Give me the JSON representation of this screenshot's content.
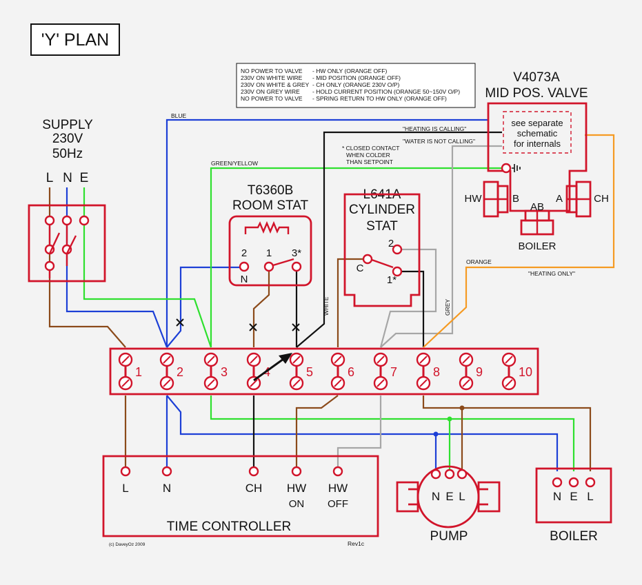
{
  "title": "'Y' PLAN",
  "legend_lines": [
    "NO POWER TO VALVE",
    "230V ON WHITE WIRE",
    "230V ON WHITE & GREY",
    "230V ON GREY WIRE",
    "NO POWER TO VALVE"
  ],
  "legend_results": [
    "- HW ONLY (ORANGE OFF)",
    "- MID POSITION (ORANGE OFF)",
    "- CH ONLY (ORANGE 230V O/P)",
    "- HOLD CURRENT POSITION (ORANGE 50~150V O/P)",
    "- SPRING RETURN TO HW ONLY (ORANGE OFF)"
  ],
  "supply": {
    "line1": "SUPPLY",
    "line2": "230V",
    "line3": "50Hz",
    "l": "L",
    "n": "N",
    "e": "E"
  },
  "valve": {
    "model": "V4073A",
    "name": "MID POS. VALVE",
    "note_lines": [
      "see separate",
      "schematic",
      "for internals"
    ],
    "hw": "HW",
    "b": "B",
    "ab": "AB",
    "a": "A",
    "ch": "CH",
    "boiler": "BOILER"
  },
  "room_stat": {
    "model": "T6360B",
    "name": "ROOM STAT",
    "t2": "2",
    "t1": "1",
    "t3": "3*",
    "n": "N"
  },
  "cyl_stat": {
    "model": "L641A",
    "name1": "CYLINDER",
    "name2": "STAT",
    "c": "C",
    "t2": "2",
    "t1": "1*"
  },
  "closed_note": [
    "* CLOSED CONTACT",
    "WHEN COLDER",
    "THAN SETPOINT"
  ],
  "wire_labels": {
    "blue": "BLUE",
    "green_yellow": "GREEN/YELLOW",
    "heating_calling": "\"HEATING IS CALLING\"",
    "water_not_calling": "\"WATER IS NOT CALLING\"",
    "white": "WHITE",
    "grey": "GREY",
    "orange": "ORANGE",
    "heating_only": "\"HEATING ONLY\""
  },
  "terminals": [
    "1",
    "2",
    "3",
    "4",
    "5",
    "6",
    "7",
    "8",
    "9",
    "10"
  ],
  "time_controller": {
    "name": "TIME CONTROLLER",
    "l": "L",
    "n": "N",
    "ch": "CH",
    "hw_on_1": "HW",
    "hw_on_2": "ON",
    "hw_off_1": "HW",
    "hw_off_2": "OFF",
    "credit": "(c) DaveyOz 2009",
    "rev": "Rev1c"
  },
  "pump": {
    "name": "PUMP",
    "n": "N",
    "e": "E",
    "l": "L"
  },
  "boiler": {
    "name": "BOILER",
    "n": "N",
    "e": "E",
    "l": "L"
  },
  "colors": {
    "red": "#d1142a",
    "blue": "#1c3fd6",
    "green": "#2ee02e",
    "brown": "#8b4a1a",
    "grey": "#a6a6a6",
    "orange": "#f59a22",
    "black": "#111111"
  }
}
